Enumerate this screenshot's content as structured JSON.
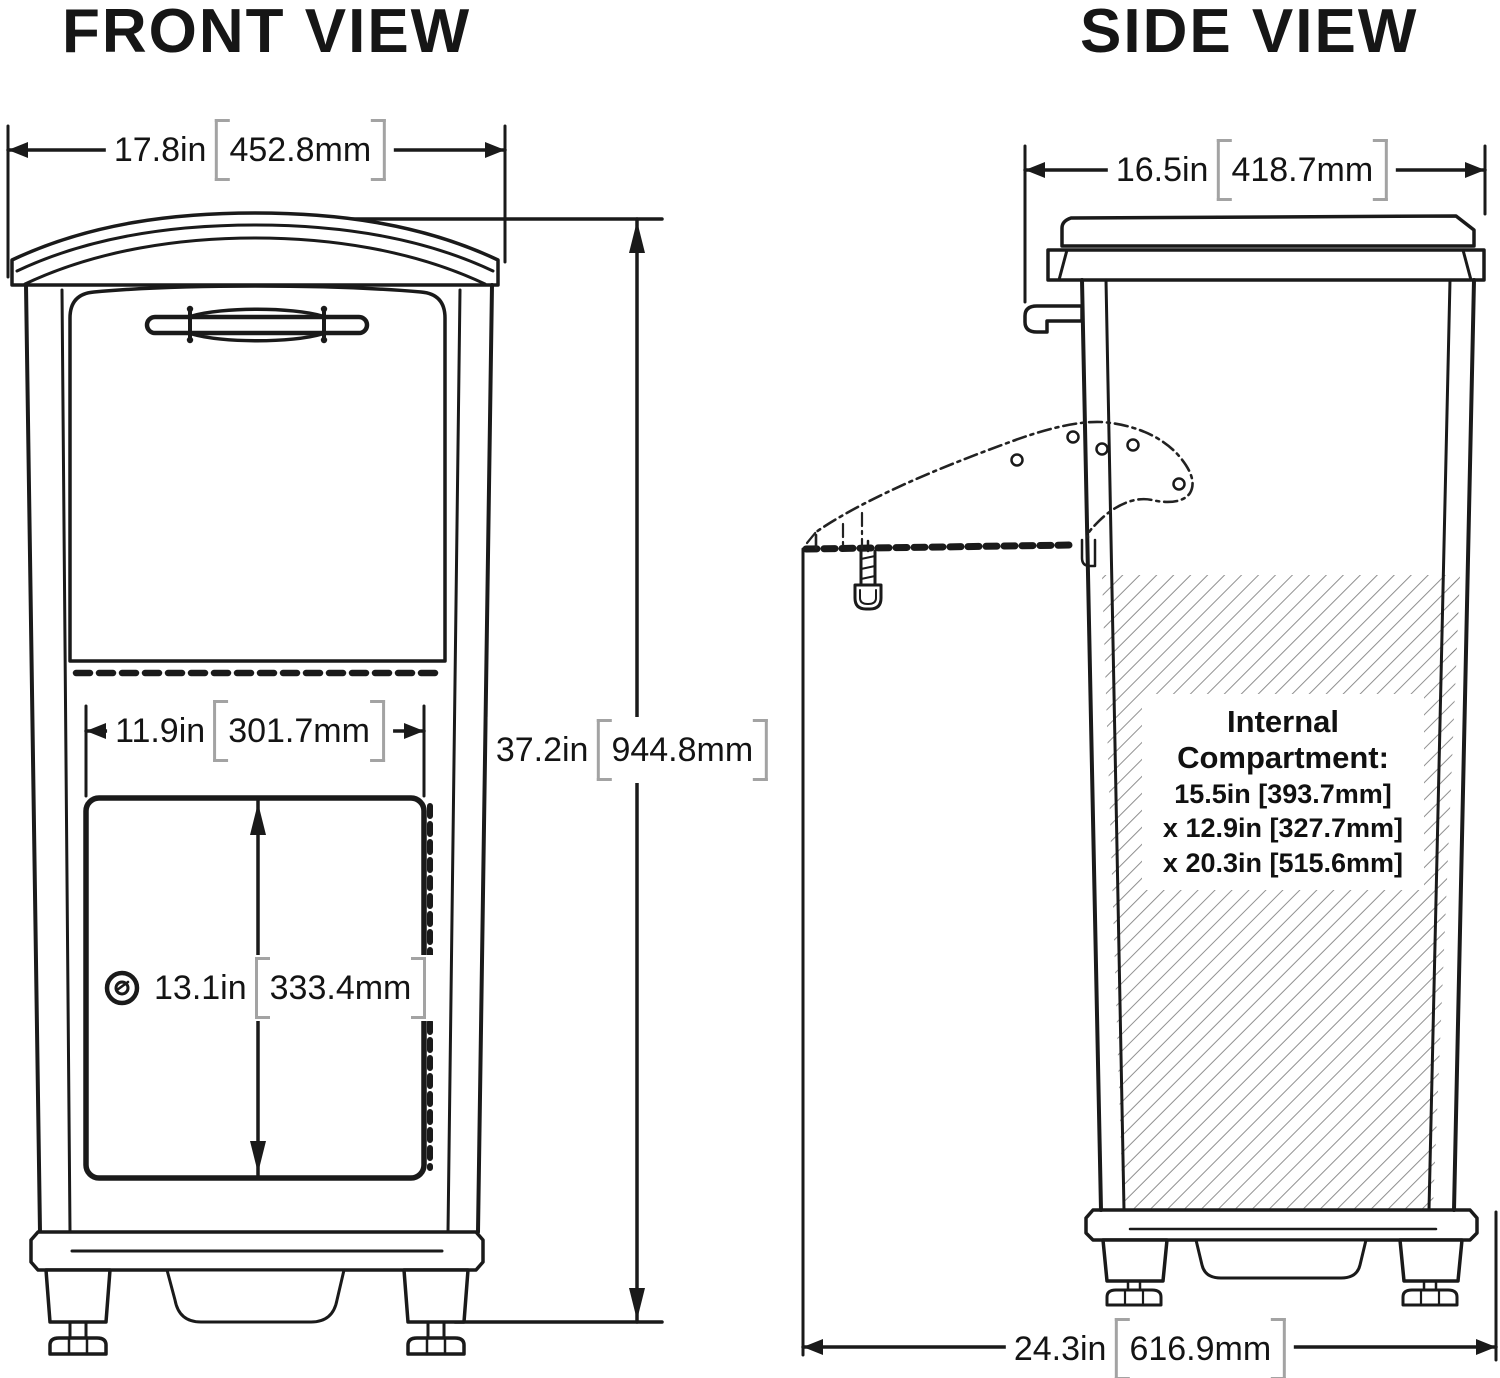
{
  "front_view": {
    "title": "FRONT VIEW",
    "dimensions": {
      "overall_width": {
        "in": "17.8in",
        "mm": "452.8mm"
      },
      "overall_height": {
        "in": "37.2in",
        "mm": "944.8mm"
      },
      "door_width": {
        "in": "11.9in",
        "mm": "301.7mm"
      },
      "door_height": {
        "in": "13.1in",
        "mm": "333.4mm"
      }
    }
  },
  "side_view": {
    "title": "SIDE VIEW",
    "dimensions": {
      "top_depth": {
        "in": "16.5in",
        "mm": "418.7mm"
      },
      "footprint_depth": {
        "in": "24.3in",
        "mm": "616.9mm"
      }
    },
    "internal_compartment": {
      "heading_line1": "Internal",
      "heading_line2": "Compartment:",
      "lines": [
        "15.5in [393.7mm]",
        "x 12.9in [327.7mm]",
        "x 20.3in [515.6mm]"
      ]
    }
  },
  "icons": {
    "lock": "cam-lock-icon"
  },
  "colors": {
    "line": "#1a1a1a",
    "bracket": "#a3a3a3",
    "hatch": "#909090",
    "background": "#ffffff"
  }
}
